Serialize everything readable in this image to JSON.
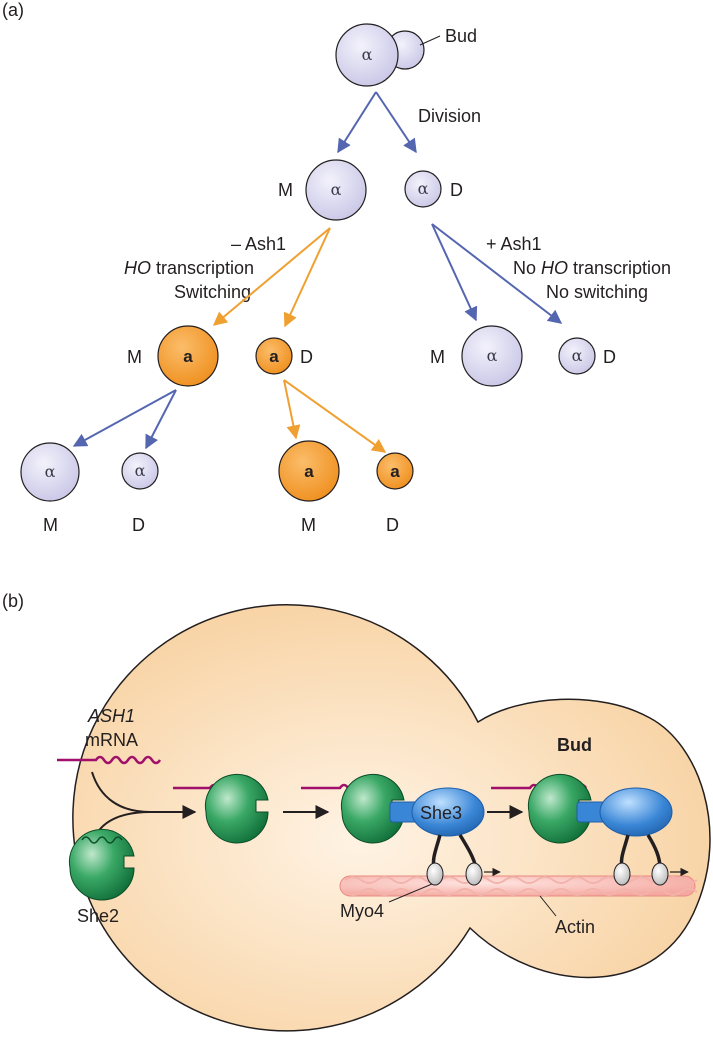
{
  "panel_a": {
    "label": "(a)",
    "bud_label": "Bud",
    "division_label": "Division",
    "alpha": "α",
    "a": "a",
    "mother": "M",
    "daughter": "D",
    "left_condition": {
      "line1": "– Ash1",
      "line2_italic": "HO",
      "line2_rest": " transcription",
      "line3": "Switching"
    },
    "right_condition": {
      "line1": "+ Ash1",
      "line2_prefix": "No ",
      "line2_italic": "HO",
      "line2_rest": " transcription",
      "line3": "No switching"
    }
  },
  "panel_b": {
    "label": "(b)",
    "mrna_gene": "ASH1",
    "mrna_label": "mRNA",
    "she2_label": "She2",
    "she3_label": "She3",
    "myo4_label": "Myo4",
    "actin_label": "Actin",
    "bud_label": "Bud"
  },
  "colors": {
    "alpha_cell": "#d8d6ee",
    "a_cell": "#f29a2e",
    "blue_arrow": "#5566b0",
    "orange_arrow": "#f0a030",
    "mrna": "#a0106a",
    "she2": "#1f8a4c",
    "she3": "#3a86d6",
    "cytoplasm": "#f9d6a8"
  }
}
